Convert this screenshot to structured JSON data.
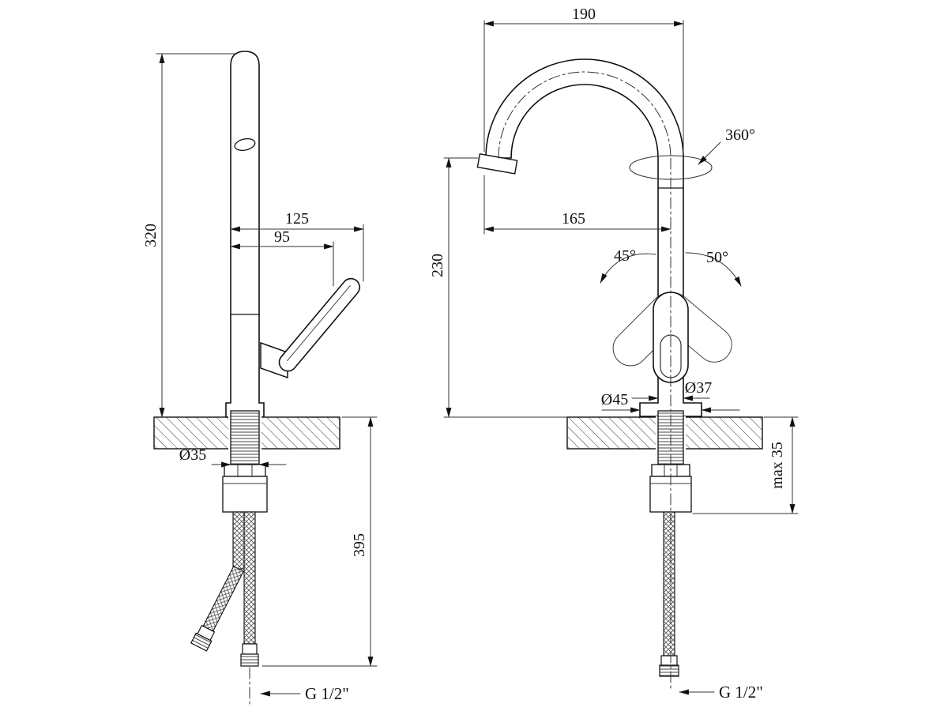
{
  "colors": {
    "line": "#1a1a1a",
    "thin": "#333333",
    "background": "#ffffff"
  },
  "side_view": {
    "height_above_deck": "320",
    "spout_reach": "125",
    "handle_reach": "95",
    "shank_diameter": "Ø35",
    "length_below_deck": "395",
    "thread": "G 1/2\""
  },
  "front_view": {
    "overall_width": "190",
    "swivel_angle": "360°",
    "spout_projection": "165",
    "spout_height": "230",
    "handle_tilt_left": "45°",
    "handle_tilt_right": "50°",
    "base_diameter": "Ø45",
    "body_diameter": "Ø37",
    "max_mount_thickness": "max 35",
    "thread": "G 1/2\""
  }
}
